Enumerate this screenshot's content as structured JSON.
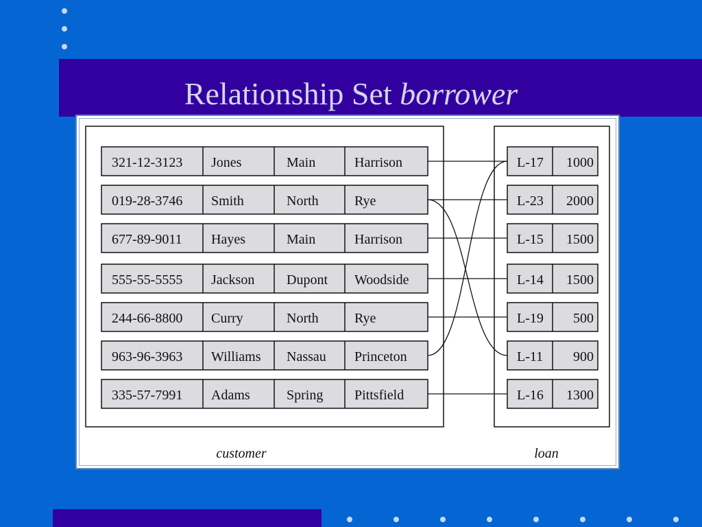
{
  "title": {
    "main": "Relationship Set",
    "italic": "borrower"
  },
  "customer": {
    "label": "customer",
    "rows": [
      [
        "321-12-3123",
        "Jones",
        "Main",
        "Harrison"
      ],
      [
        "019-28-3746",
        "Smith",
        "North",
        "Rye"
      ],
      [
        "677-89-9011",
        "Hayes",
        "Main",
        "Harrison"
      ],
      [
        "555-55-5555",
        "Jackson",
        "Dupont",
        "Woodside"
      ],
      [
        "244-66-8800",
        "Curry",
        "North",
        "Rye"
      ],
      [
        "963-96-3963",
        "Williams",
        "Nassau",
        "Princeton"
      ],
      [
        "335-57-7991",
        "Adams",
        "Spring",
        "Pittsfield"
      ]
    ]
  },
  "loan": {
    "label": "loan",
    "rows": [
      [
        "L-17",
        "1000"
      ],
      [
        "L-23",
        "2000"
      ],
      [
        "L-15",
        "1500"
      ],
      [
        "L-14",
        "1500"
      ],
      [
        "L-19",
        "500"
      ],
      [
        "L-11",
        "900"
      ],
      [
        "L-16",
        "1300"
      ]
    ]
  },
  "borrower": [
    [
      "321-12-3123",
      "L-17"
    ],
    [
      "019-28-3746",
      "L-23"
    ],
    [
      "019-28-3746",
      "L-11"
    ],
    [
      "677-89-9011",
      "L-15"
    ],
    [
      "555-55-5555",
      "L-14"
    ],
    [
      "244-66-8800",
      "L-19"
    ],
    [
      "963-96-3963",
      "L-17"
    ],
    [
      "335-57-7991",
      "L-16"
    ]
  ],
  "colors": {
    "background": "#0566d3",
    "band": "#3300a0",
    "title_text": "#d6d6ec",
    "cell_fill": "#dcdbe0",
    "frame_border": "#5d86b8"
  }
}
